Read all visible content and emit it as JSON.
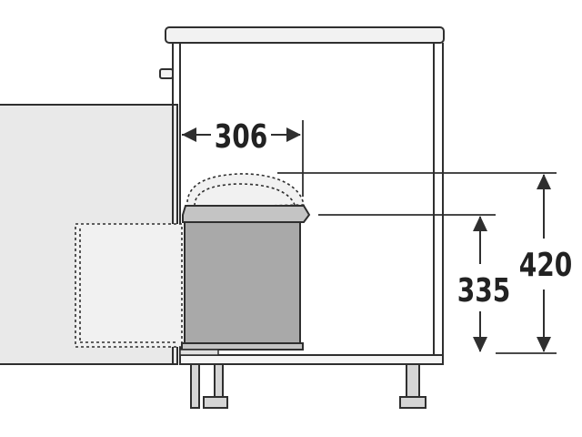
{
  "diagram": {
    "dimensions": {
      "width": "306",
      "height_lid_open": "420",
      "height_bin": "335"
    },
    "colors": {
      "outline": "#2f2f2f",
      "panel_fill": "#e9e9e9",
      "bin_fill": "#a9a9a9",
      "rim_fill": "#c4c4c4",
      "leg_fill": "#d5d5d5",
      "dotted_fill": "#f1f1f1",
      "background": "#ffffff"
    }
  }
}
